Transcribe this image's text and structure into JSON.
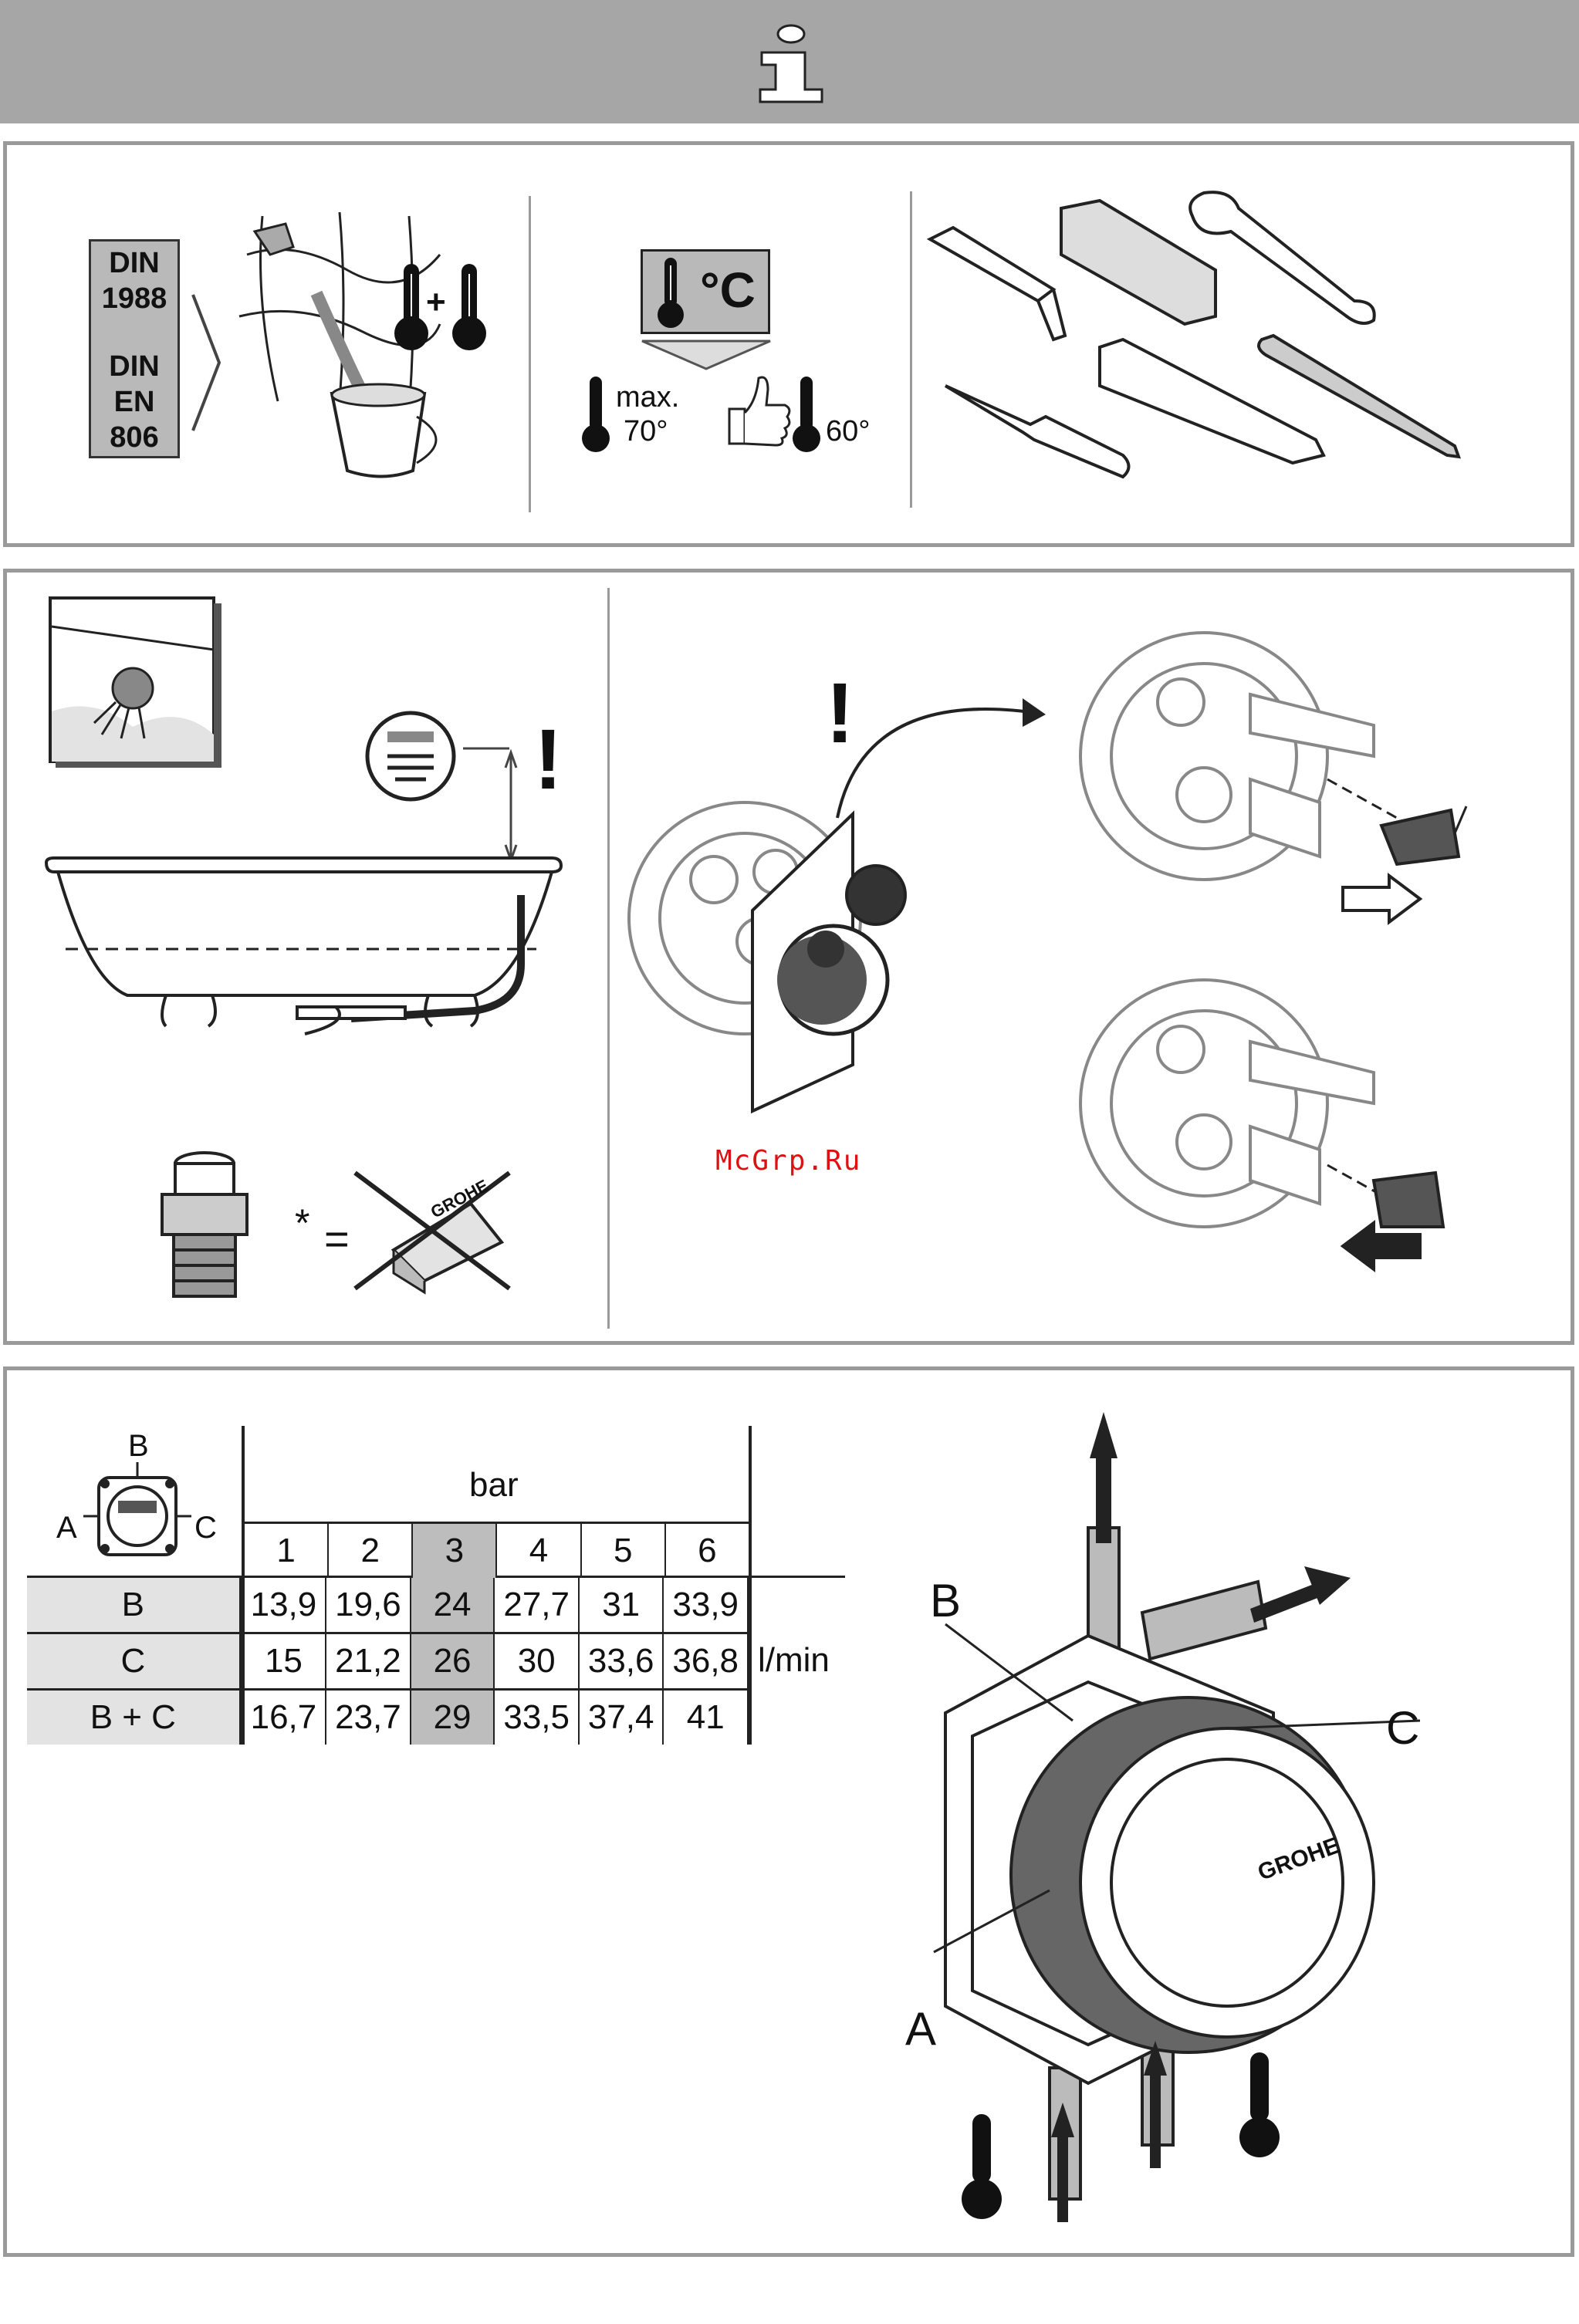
{
  "panel1": {
    "din_standards": [
      "DIN",
      "1988",
      "DIN",
      "EN",
      "806"
    ],
    "plus": "+",
    "celsius": "°C",
    "max_label": "max.",
    "max_value": "70°",
    "recommended_value": "60°"
  },
  "panel2": {
    "warning_mark_1": "!",
    "warning_mark_2": "!",
    "asterisk": "*",
    "equals": "=",
    "brand_on_box": "GROHE",
    "watermark": "McGrp.Ru"
  },
  "panel3": {
    "outlet_labels": {
      "b": "B",
      "a": "A",
      "c": "C"
    },
    "table": {
      "unit_header": "bar",
      "pressures": [
        "1",
        "2",
        "3",
        "4",
        "5",
        "6"
      ],
      "rows": [
        {
          "label": "B",
          "values": [
            "13,9",
            "19,6",
            "24",
            "27,7",
            "31",
            "33,9"
          ]
        },
        {
          "label": "C",
          "values": [
            "15",
            "21,2",
            "26",
            "30",
            "33,6",
            "36,8"
          ]
        },
        {
          "label": "B + C",
          "values": [
            "16,7",
            "23,7",
            "29",
            "33,5",
            "37,4",
            "41"
          ]
        }
      ],
      "flow_unit": "l/min",
      "highlight_column": 3
    },
    "diagram_labels": {
      "b": "B",
      "c": "C",
      "a": "A"
    },
    "brand": "GROHE"
  }
}
